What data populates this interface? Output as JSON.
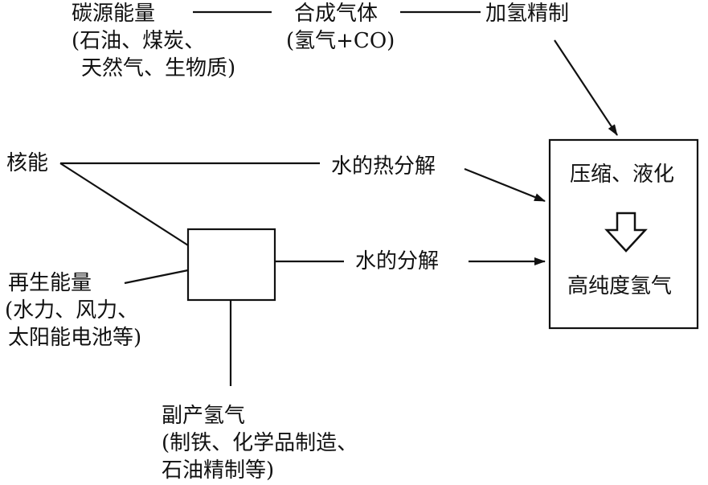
{
  "nodes": {
    "carbon": {
      "title": "碳源能量",
      "detail_1": "(石油、煤炭、",
      "detail_2": "天然气、生物质)"
    },
    "syngas": {
      "title": "合成气体",
      "detail_1": "(氢气+CO)"
    },
    "hydro_refine": {
      "title": "加氢精制"
    },
    "nuclear": {
      "title": "核能"
    },
    "thermal_split": {
      "title": "水的热分解"
    },
    "water_split": {
      "title": "水的分解"
    },
    "renewable": {
      "title": "再生能量",
      "detail_1": "(水力、风力、",
      "detail_2": "太阳能电池等)"
    },
    "byproduct": {
      "title": "副产氢气",
      "detail_1": "(制铁、化学品制造、",
      "detail_2": "石油精制等)"
    },
    "result": {
      "step": "压缩、液化",
      "output": "高纯度氢气"
    }
  },
  "colors": {
    "line": "#111111",
    "background": "#ffffff"
  },
  "icons": {
    "process_arrow": "down-arrow-icon"
  }
}
